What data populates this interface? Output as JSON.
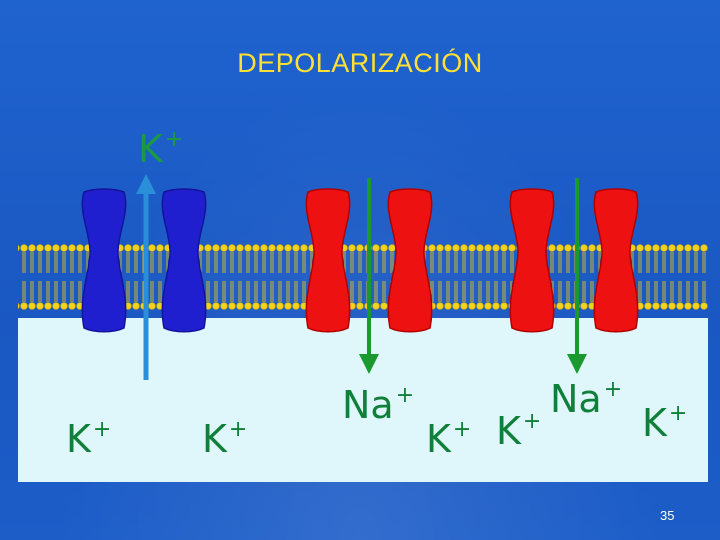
{
  "slide": {
    "title": "DEPOLARIZACIÓN",
    "page_number": "35"
  },
  "ions": {
    "k_outside": {
      "symbol": "K",
      "charge": "+"
    },
    "k_inside_1": {
      "symbol": "K",
      "charge": "+"
    },
    "k_inside_2": {
      "symbol": "K",
      "charge": "+"
    },
    "na_inside_1": {
      "symbol": "Na",
      "charge": "+"
    },
    "k_inside_3": {
      "symbol": "K",
      "charge": "+"
    },
    "k_inside_4": {
      "symbol": "K",
      "charge": "+"
    },
    "na_inside_2": {
      "symbol": "Na",
      "charge": "+"
    },
    "k_inside_5": {
      "symbol": "K",
      "charge": "+"
    }
  },
  "colors": {
    "background": "#1c5fc9",
    "title": "#ffe033",
    "cytoplasm": "#dff6fb",
    "k_channel": "#1f1fcf",
    "na_channel": "#ee1111",
    "lipid_head": "#f3d21c",
    "k_arrow": "#2a8fd8",
    "na_arrow": "#1a9a2e",
    "ion_label": "#0f7f3a"
  },
  "channels": [
    {
      "type": "potassium",
      "state": "open",
      "flux": "outward"
    },
    {
      "type": "sodium",
      "state": "open",
      "flux": "inward"
    },
    {
      "type": "sodium",
      "state": "open",
      "flux": "inward"
    }
  ]
}
